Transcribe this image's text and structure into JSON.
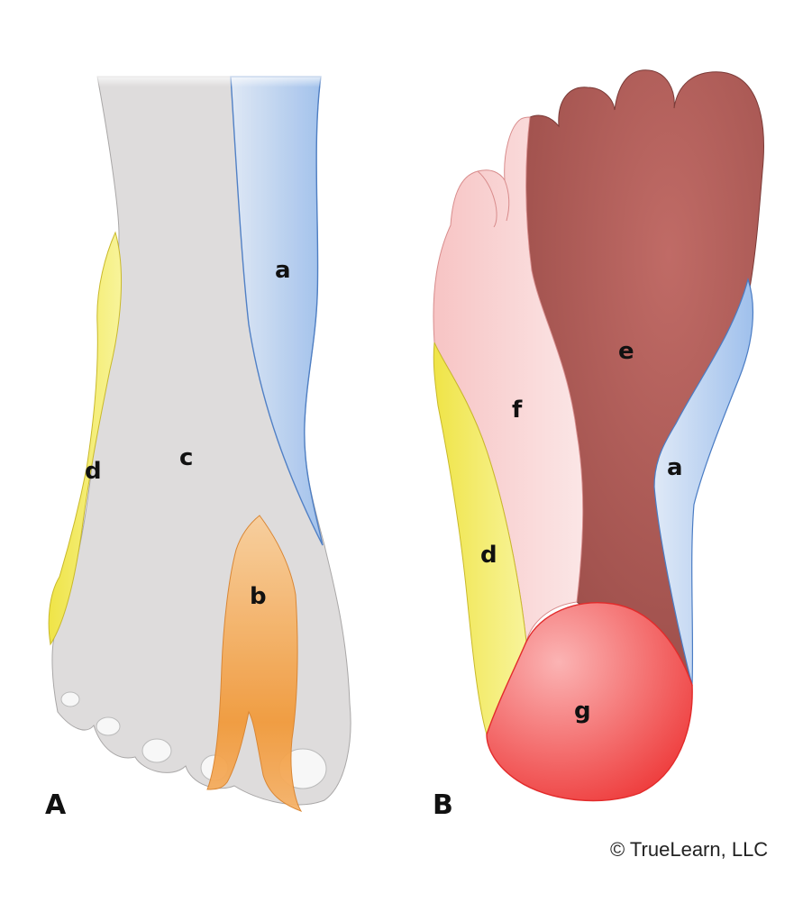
{
  "panels": {
    "A": {
      "label": "A",
      "regions": {
        "a": "a",
        "b": "b",
        "c": "c",
        "d": "d"
      }
    },
    "B": {
      "label": "B",
      "regions": {
        "a": "a",
        "d": "d",
        "e": "e",
        "f": "f",
        "g": "g"
      }
    }
  },
  "copyright": "© TrueLearn, LLC",
  "colors": {
    "a": "#b9d3f2",
    "b": "#f6b36a",
    "c": "#dcdcdc",
    "d": "#f3ec5a",
    "e": "#a85a56",
    "f": "#f6d2d2",
    "g": "#f78b8b"
  }
}
